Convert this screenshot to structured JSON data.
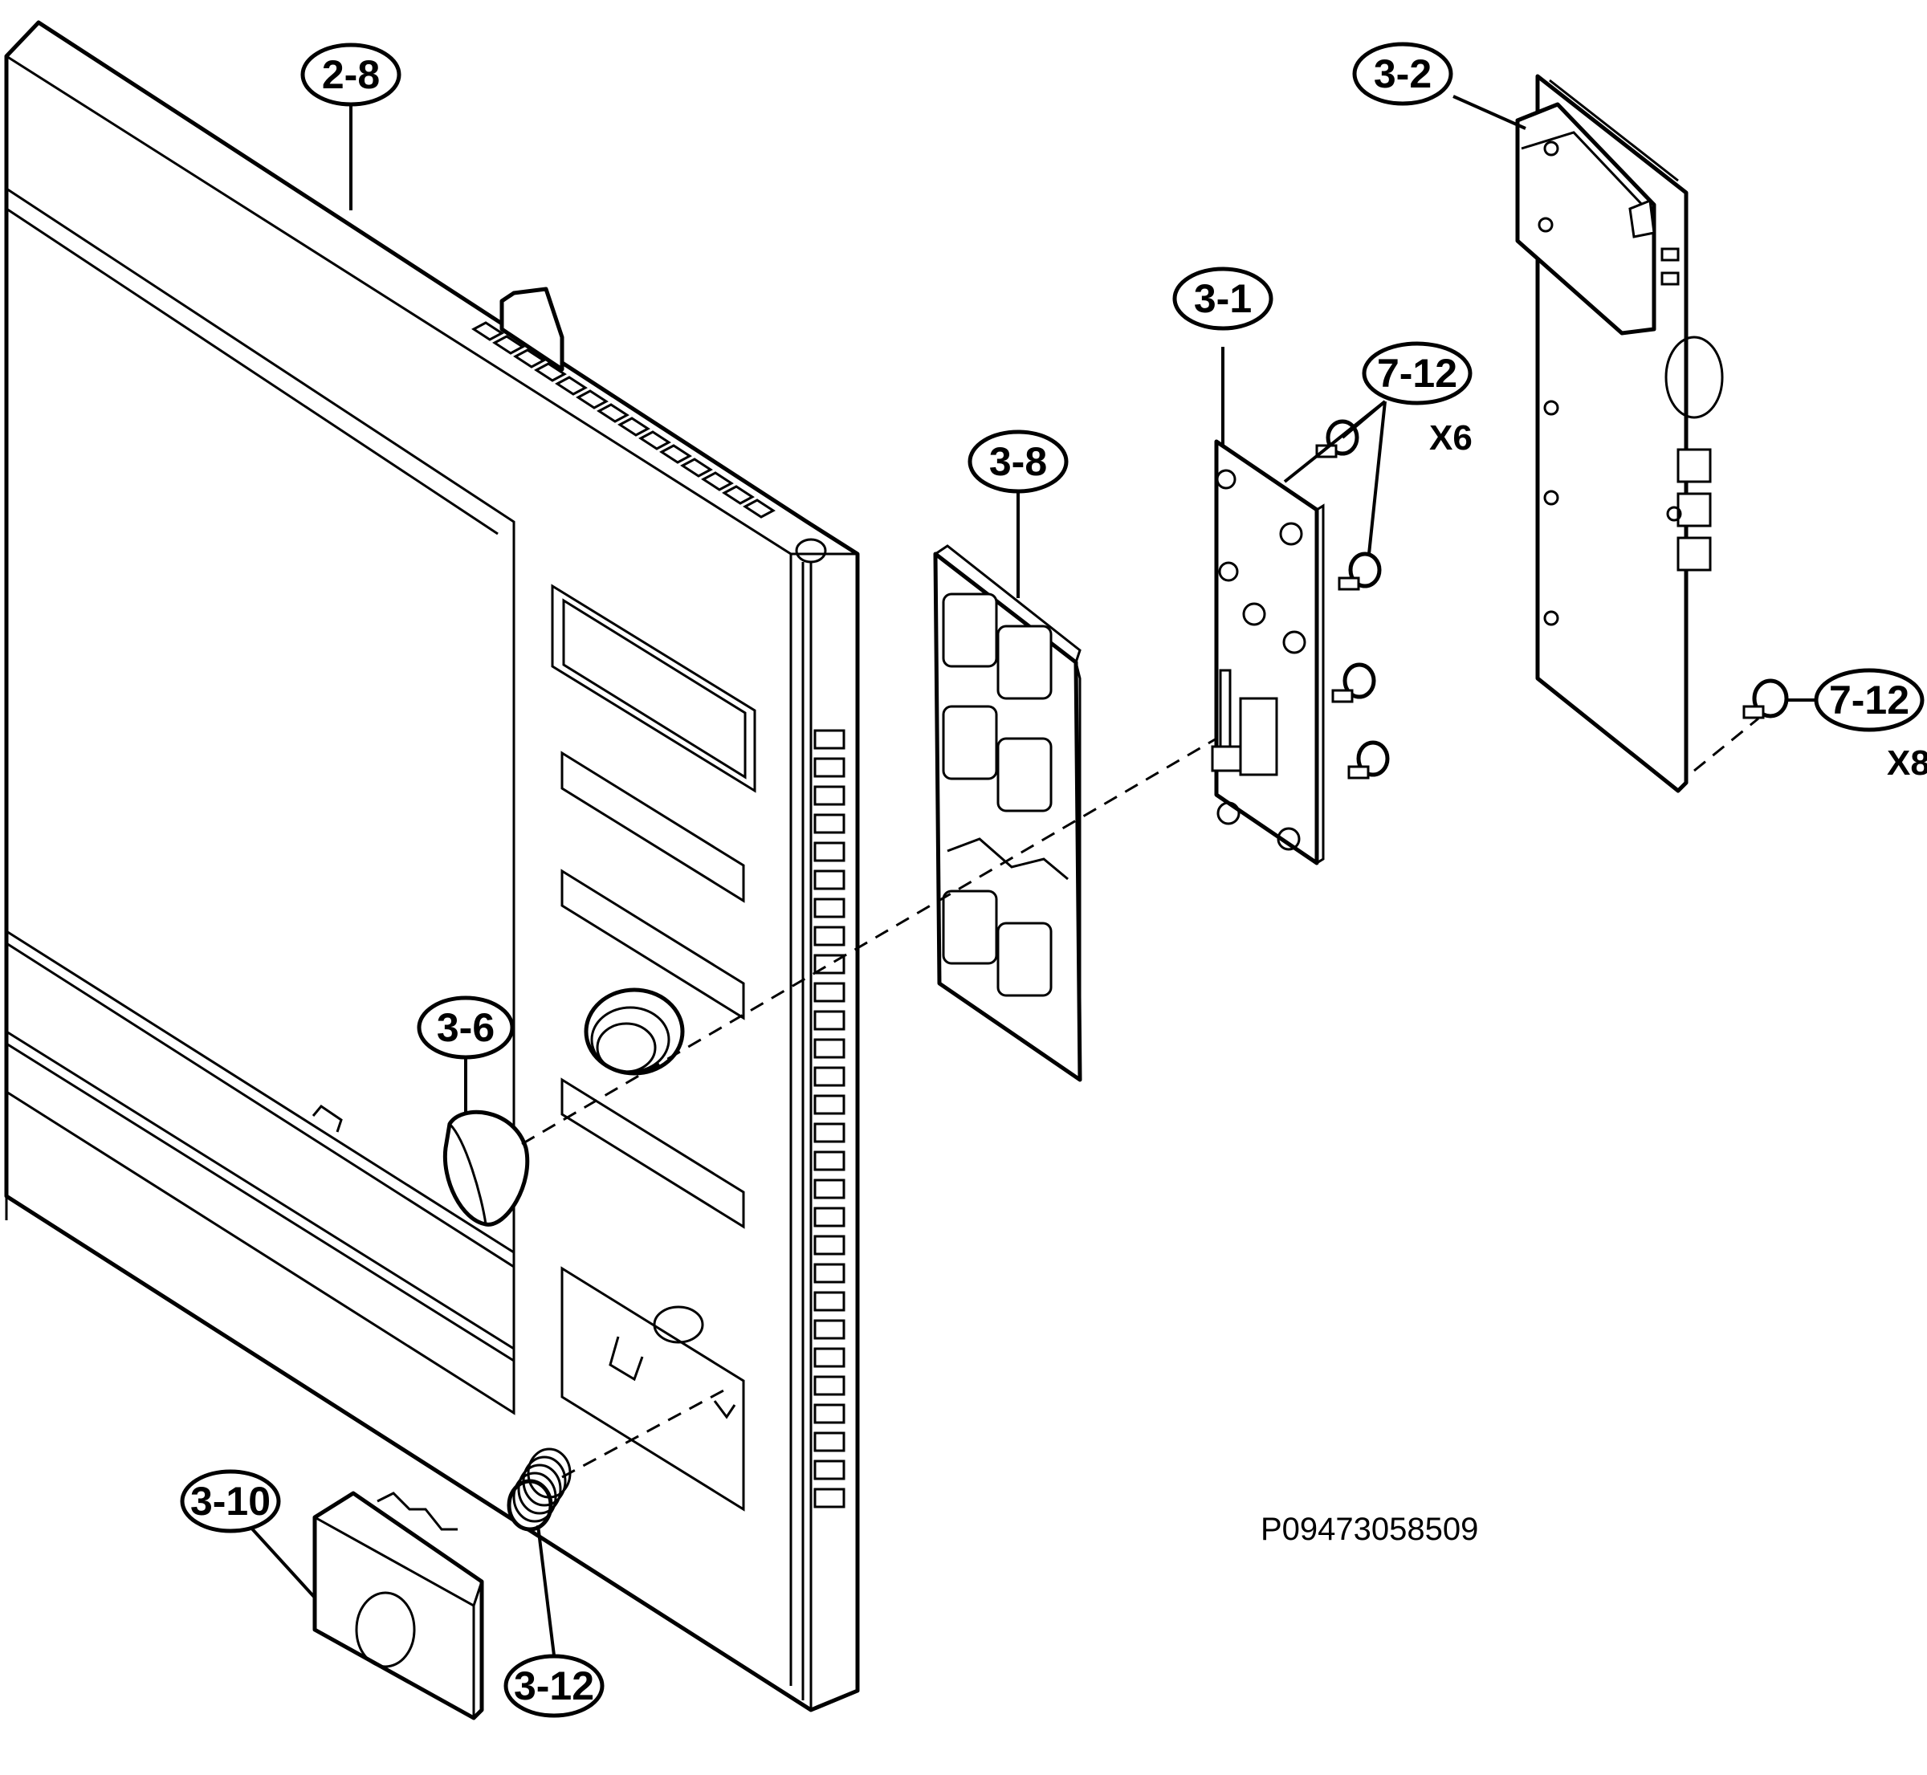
{
  "callouts": {
    "door_frame": "2-8",
    "pcb_bracket": "3-2",
    "control_pcb": "3-1",
    "screw_pcb": "7-12",
    "keypad_membrane": "3-8",
    "knob": "3-6",
    "screw_bracket": "7-12",
    "button_cover": "3-10",
    "spring": "3-12"
  },
  "quantities": {
    "screw_pcb": "X6",
    "screw_bracket": "X8"
  },
  "drawing_code": "P09473058509"
}
